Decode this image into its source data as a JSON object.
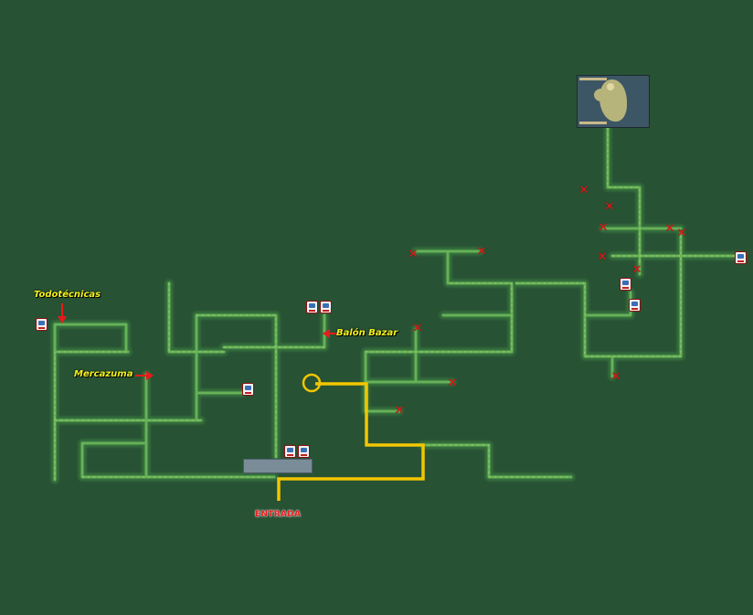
{
  "labels": {
    "todotecnicas": "Todotécnicas",
    "mercazuma": "Mercazuma",
    "balon_bazar": "Balón Bazar",
    "entrada": "ENTRADA"
  },
  "icons": {
    "vending": "vending-machine-icon",
    "blocked": "x-mark-icon",
    "target": "target-circle-icon",
    "arrow": "red-arrow-icon"
  },
  "colors": {
    "background": "#285234",
    "path": "#4aa54a",
    "route": "#f2c600",
    "marker": "#e81a1a",
    "label": "#f2f21a"
  }
}
